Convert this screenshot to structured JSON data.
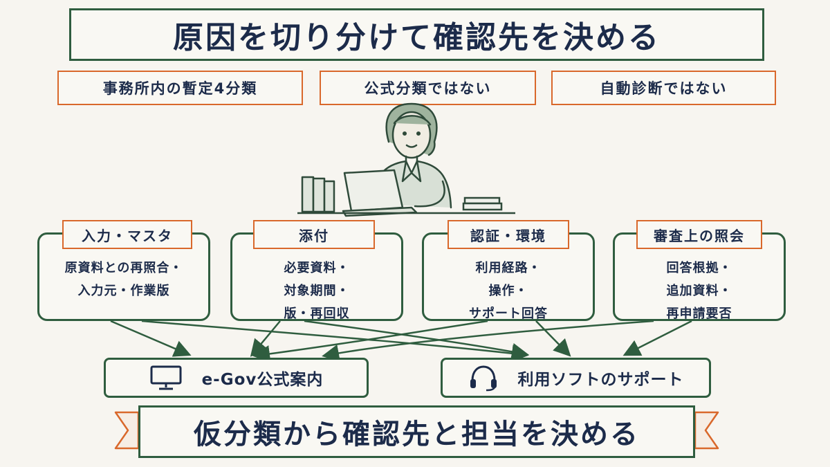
{
  "title": "原因を切り分けて確認先を決める",
  "notes": [
    "事務所内の暫定4分類",
    "公式分類ではない",
    "自動診断ではない"
  ],
  "categories": [
    {
      "label": "入力・マスタ",
      "lines": [
        "原資料との再照合・",
        "入力元・作業版"
      ]
    },
    {
      "label": "添付",
      "lines": [
        "必要資料・",
        "対象期間・",
        "版・再回収"
      ]
    },
    {
      "label": "認証・環境",
      "lines": [
        "利用経路・",
        "操作・",
        "サポート回答"
      ]
    },
    {
      "label": "審査上の照会",
      "lines": [
        "回答根拠・",
        "追加資料・",
        "再申請要否"
      ]
    }
  ],
  "destinations": [
    {
      "label": "e-Gov公式案内",
      "icon": "monitor-icon"
    },
    {
      "label": "利用ソフトのサポート",
      "icon": "headset-icon"
    }
  ],
  "banner": "仮分類から確認先と担当を決める",
  "colors": {
    "green": "#2f5d3f",
    "orange": "#d9682b",
    "navy": "#1c2b4a",
    "background": "#f7f5f0"
  }
}
